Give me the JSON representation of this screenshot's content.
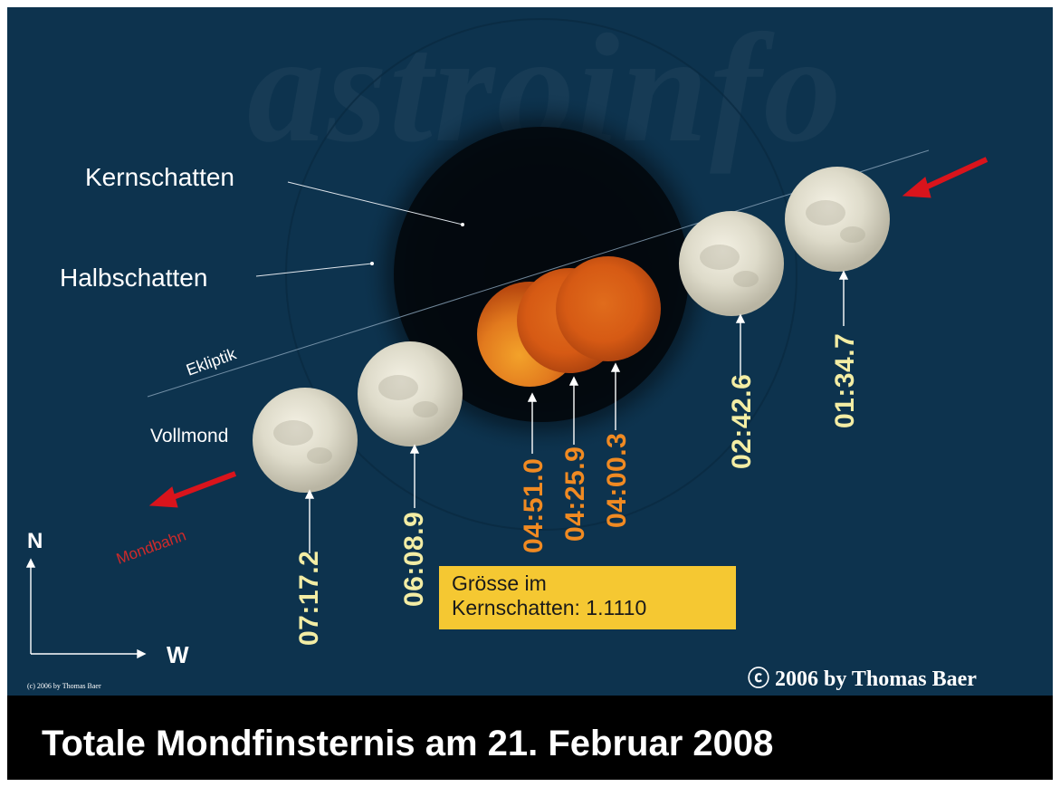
{
  "watermark": "astroinfo",
  "labels": {
    "umbra": "Kernschatten",
    "penumbra": "Halbschatten",
    "ecliptic": "Ekliptik",
    "full_moon": "Vollmond",
    "moon_path": "Mondbahn",
    "north": "N",
    "west": "W"
  },
  "times": [
    {
      "label": "07:17.2",
      "color": "#f3eda4"
    },
    {
      "label": "06:08.9",
      "color": "#f3eda4"
    },
    {
      "label": "04:51.0",
      "color": "#f08a22"
    },
    {
      "label": "04:25.9",
      "color": "#f08a22"
    },
    {
      "label": "04:00.3",
      "color": "#f08a22"
    },
    {
      "label": "02:42.6",
      "color": "#f3eda4"
    },
    {
      "label": "01:34.7",
      "color": "#f3eda4"
    }
  ],
  "info_box": {
    "line1": "Grösse im",
    "line2": "Kernschatten: 1.1110"
  },
  "copyright": "ⓒ 2006 by Thomas Baer",
  "copyright_small": "(c) 2006 by Thomas Baer",
  "title": "Totale Mondfinsternis am 21. Februar 2008",
  "colors": {
    "background": "#0d334e",
    "arrow": "#d9141c",
    "eclipsed_moon": "#e8791f",
    "info_box": "#f5c832"
  }
}
